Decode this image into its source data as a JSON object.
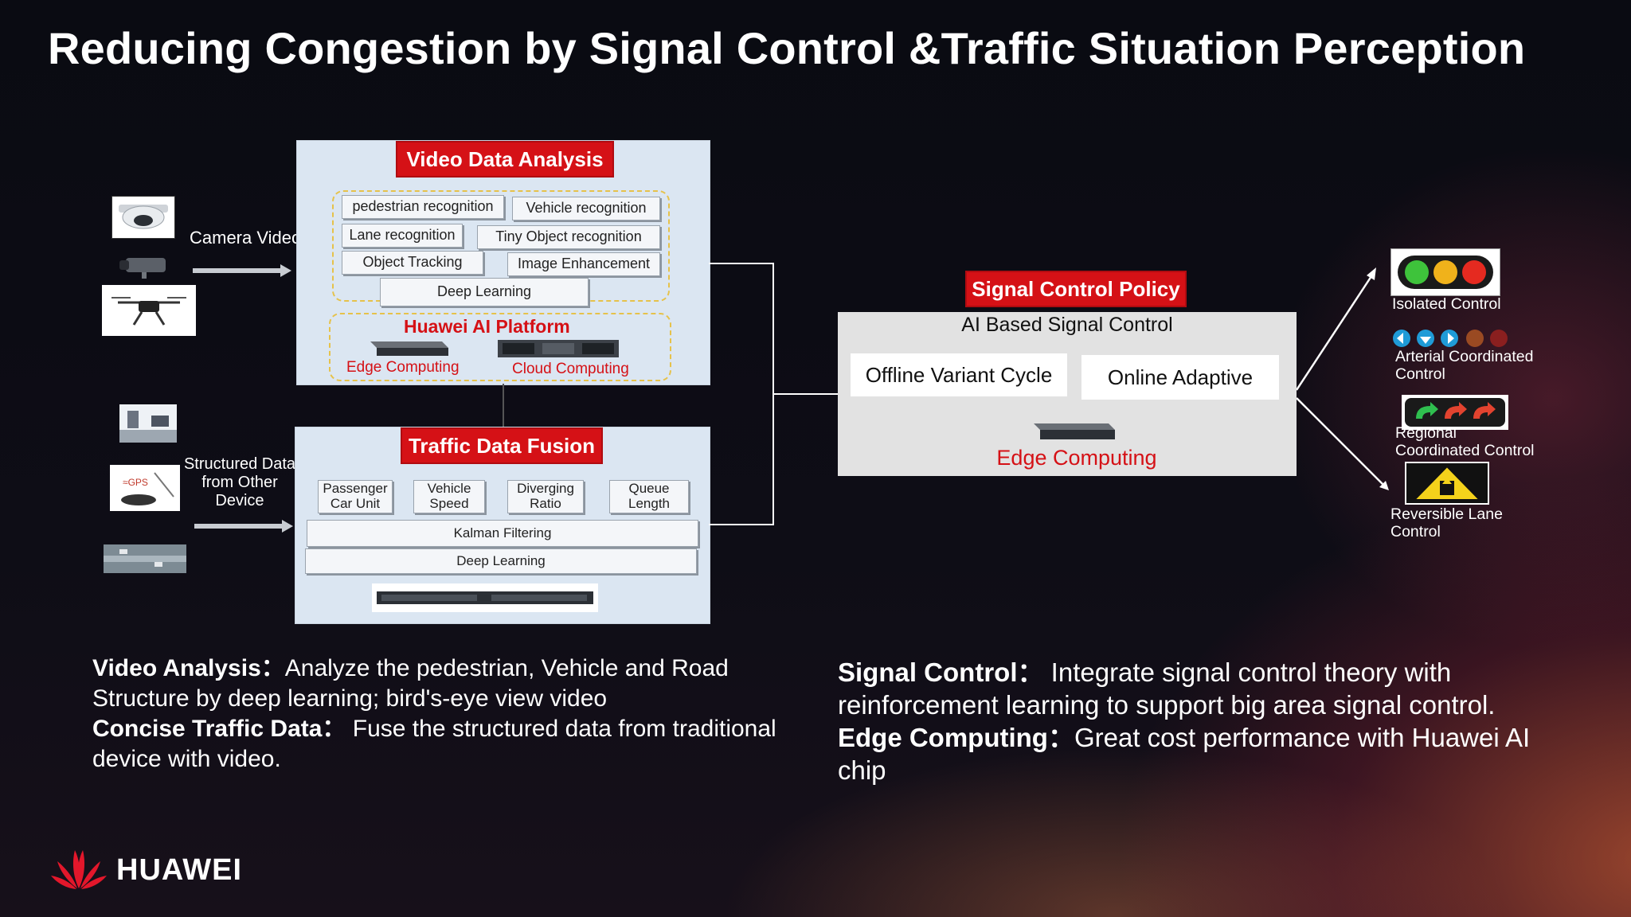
{
  "title": "Reducing Congestion by Signal Control &Traffic Situation Perception",
  "inputs": {
    "camera_label": "Camera Video",
    "structured_label": [
      "Structured Data",
      "from Other",
      "Device"
    ]
  },
  "video_panel": {
    "banner": "Video Data Analysis",
    "chips": {
      "pedestrian": "pedestrian recognition",
      "vehicle": "Vehicle recognition",
      "lane": "Lane recognition",
      "tiny": "Tiny Object recognition",
      "tracking": "Object Tracking",
      "enhancement": "Image Enhancement",
      "deep": "Deep Learning"
    },
    "platform": "Huawei AI Platform",
    "edge": "Edge Computing",
    "cloud": "Cloud Computing"
  },
  "fusion_panel": {
    "banner": "Traffic Data Fusion",
    "chips": {
      "passenger": [
        "Passenger",
        "Car Unit"
      ],
      "speed": [
        "Vehicle",
        "Speed"
      ],
      "diverging": [
        "Diverging",
        "Ratio"
      ],
      "queue": [
        "Queue",
        "Length"
      ]
    },
    "kalman": "Kalman Filtering",
    "deep": "Deep Learning"
  },
  "signal_panel": {
    "banner": "Signal Control Policy",
    "subtitle": "AI Based Signal Control",
    "offline": "Offline Variant Cycle",
    "online": "Online Adaptive",
    "edge": "Edge Computing"
  },
  "controls": {
    "isolated": "Isolated Control",
    "arterial": [
      "Arterial Coordinated",
      "Control"
    ],
    "regional": [
      "Regional",
      "Coordinated Control"
    ],
    "reversible": [
      "Reversible Lane",
      "Control"
    ]
  },
  "descriptions": {
    "left": {
      "video_bold": "Video Analysis：",
      "video_text": "Analyze the pedestrian, Vehicle and Road Structure by deep learning; bird's-eye view video",
      "concise_bold": "Concise Traffic Data：",
      "concise_text": " Fuse the structured data from traditional device with video."
    },
    "right": {
      "signal_bold": "Signal Control：",
      "signal_text": " Integrate signal control theory with reinforcement learning to support big area signal control.",
      "edge_bold": "Edge Computing：",
      "edge_text": "Great cost performance with Huawei AI chip"
    }
  },
  "brand": "HUAWEI",
  "colors": {
    "accent_red": "#d51116",
    "panel_bg": "#dbe6f2",
    "dash_yellow": "#e6c24a"
  }
}
